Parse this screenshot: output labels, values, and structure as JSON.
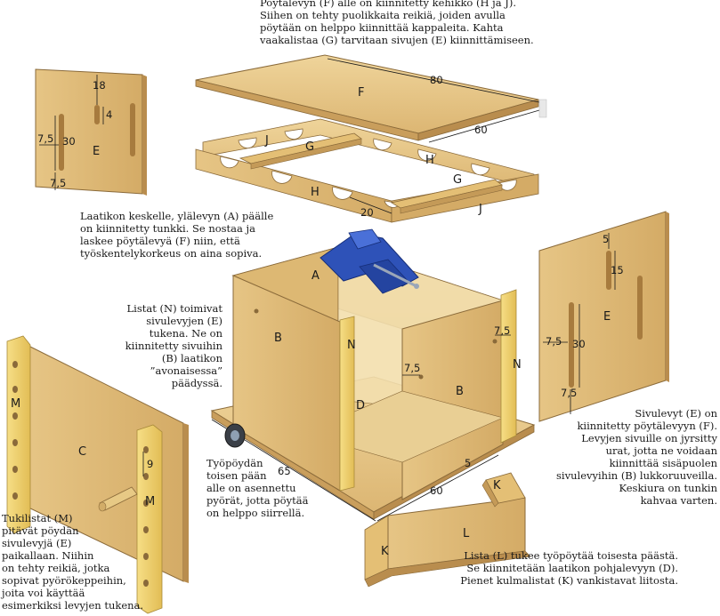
{
  "colors": {
    "plywood": "#e8c888",
    "plywood_dark": "#c9a05e",
    "plywood_edge": "#d9b06a",
    "outline": "#8a6a3a",
    "jack_blue": "#2e52b8",
    "slat": "#f0d070"
  },
  "icons": [
    "jack-icon",
    "wheel-icon"
  ],
  "captions": {
    "top": "Pöytälevyn (F) alle on kiinnitetty kehikko (H ja J).\nSiihen on tehty puolikkaita reikiä, joiden avulla\npöytään on helppo kiinnittää kappaleita. Kahta\nvaakalistaa (G) tarvitaan sivujen (E) kiinnittämiseen.",
    "jack": "Laatikon keskelle, ylälevyn (A) päälle\non kiinnitetty tunkki. Se nostaa ja\nlaskee pöytälevyä (F) niin, että\ntyöskentelykorkeus on aina sopiva.",
    "slats": "Listat (N) toimivat\nsivulevyjen (E)\ntukena. Ne on\nkiinnitetty sivuihin\n(B) laatikon\n”avonaisessa”\npäädyssä.",
    "sides": "Sivulevyt (E) on\nkiinnitetty pöytälevyyn (F).\nLevyjen sivuille on jyrsitty\nurat, jotta ne voidaan\nkiinnittää sisäpuolen\nsivulevyihin (B) lukkoruuveilla.\nKeskiura on tunkin\nkahvaa varten.",
    "wheels": "Työpöydän\ntoisen pään\nalle on asennettu\npyörät, jotta pöytää\non helppo siirrellä.",
    "support": "Tukilistat (M)\npitävät pöydän\nsivulevyjä (E)\npaikallaan. Niihin\non tehty reikiä, jotka\nsopivat pyörökeppeihin,\njoita voi käyttää\nesimerkiksi levyjen tukena.",
    "batten": "Lista (L) tukee työpöytää toisesta päästä.\nSe kiinnitetään laatikon pohjalevyyn (D).\nPienet kulmalistat (K) vankistavat liitosta."
  },
  "part_labels": {
    "A": "A",
    "B": "B",
    "C": "C",
    "D": "D",
    "E": "E",
    "F": "F",
    "G": "G",
    "H": "H",
    "J": "J",
    "K": "K",
    "L": "L",
    "M": "M",
    "N": "N"
  },
  "dimensions": {
    "d80": "80",
    "d60": "60",
    "d20": "20",
    "d18": "18",
    "d4": "4",
    "d7_5": "7,5",
    "d30": "30",
    "d5": "5",
    "d15": "15",
    "d9": "9",
    "d65": "65"
  }
}
